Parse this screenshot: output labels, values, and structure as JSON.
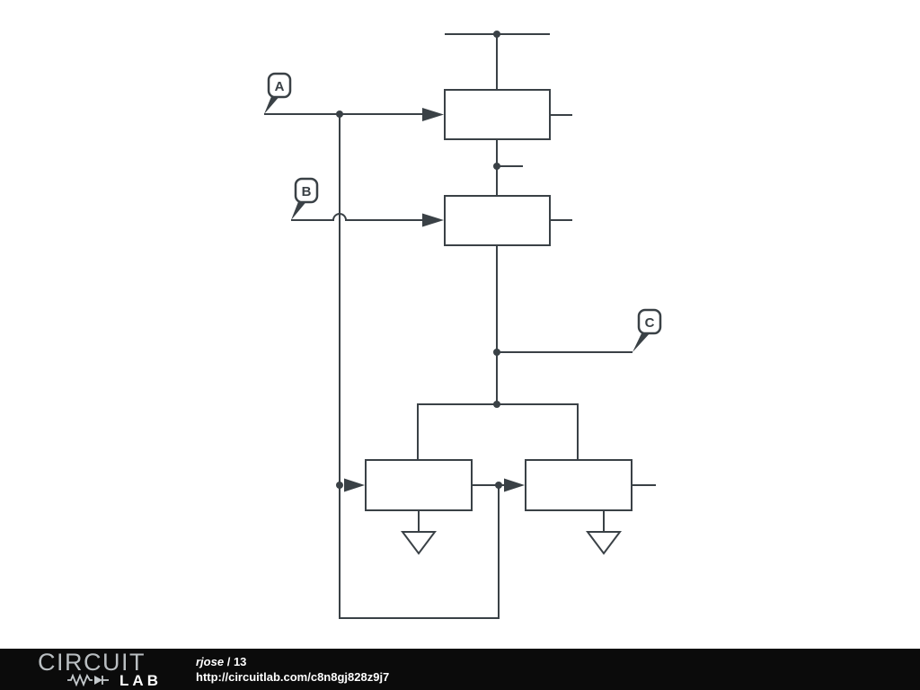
{
  "theme": {
    "line": "#3a4146",
    "bg": "#ffffff",
    "footer-bg": "#0b0b0b",
    "logo-gray": "#b9bec1"
  },
  "diagram": {
    "flags": [
      {
        "label": "A"
      },
      {
        "label": "B"
      },
      {
        "label": "C"
      }
    ]
  },
  "footer": {
    "logo_top": "CIRCUIT",
    "logo_bottom": "LAB",
    "author": "rjose",
    "separator": "/",
    "page_number": "13",
    "url": "http://circuitlab.com/c8n8gj828z9j7"
  }
}
